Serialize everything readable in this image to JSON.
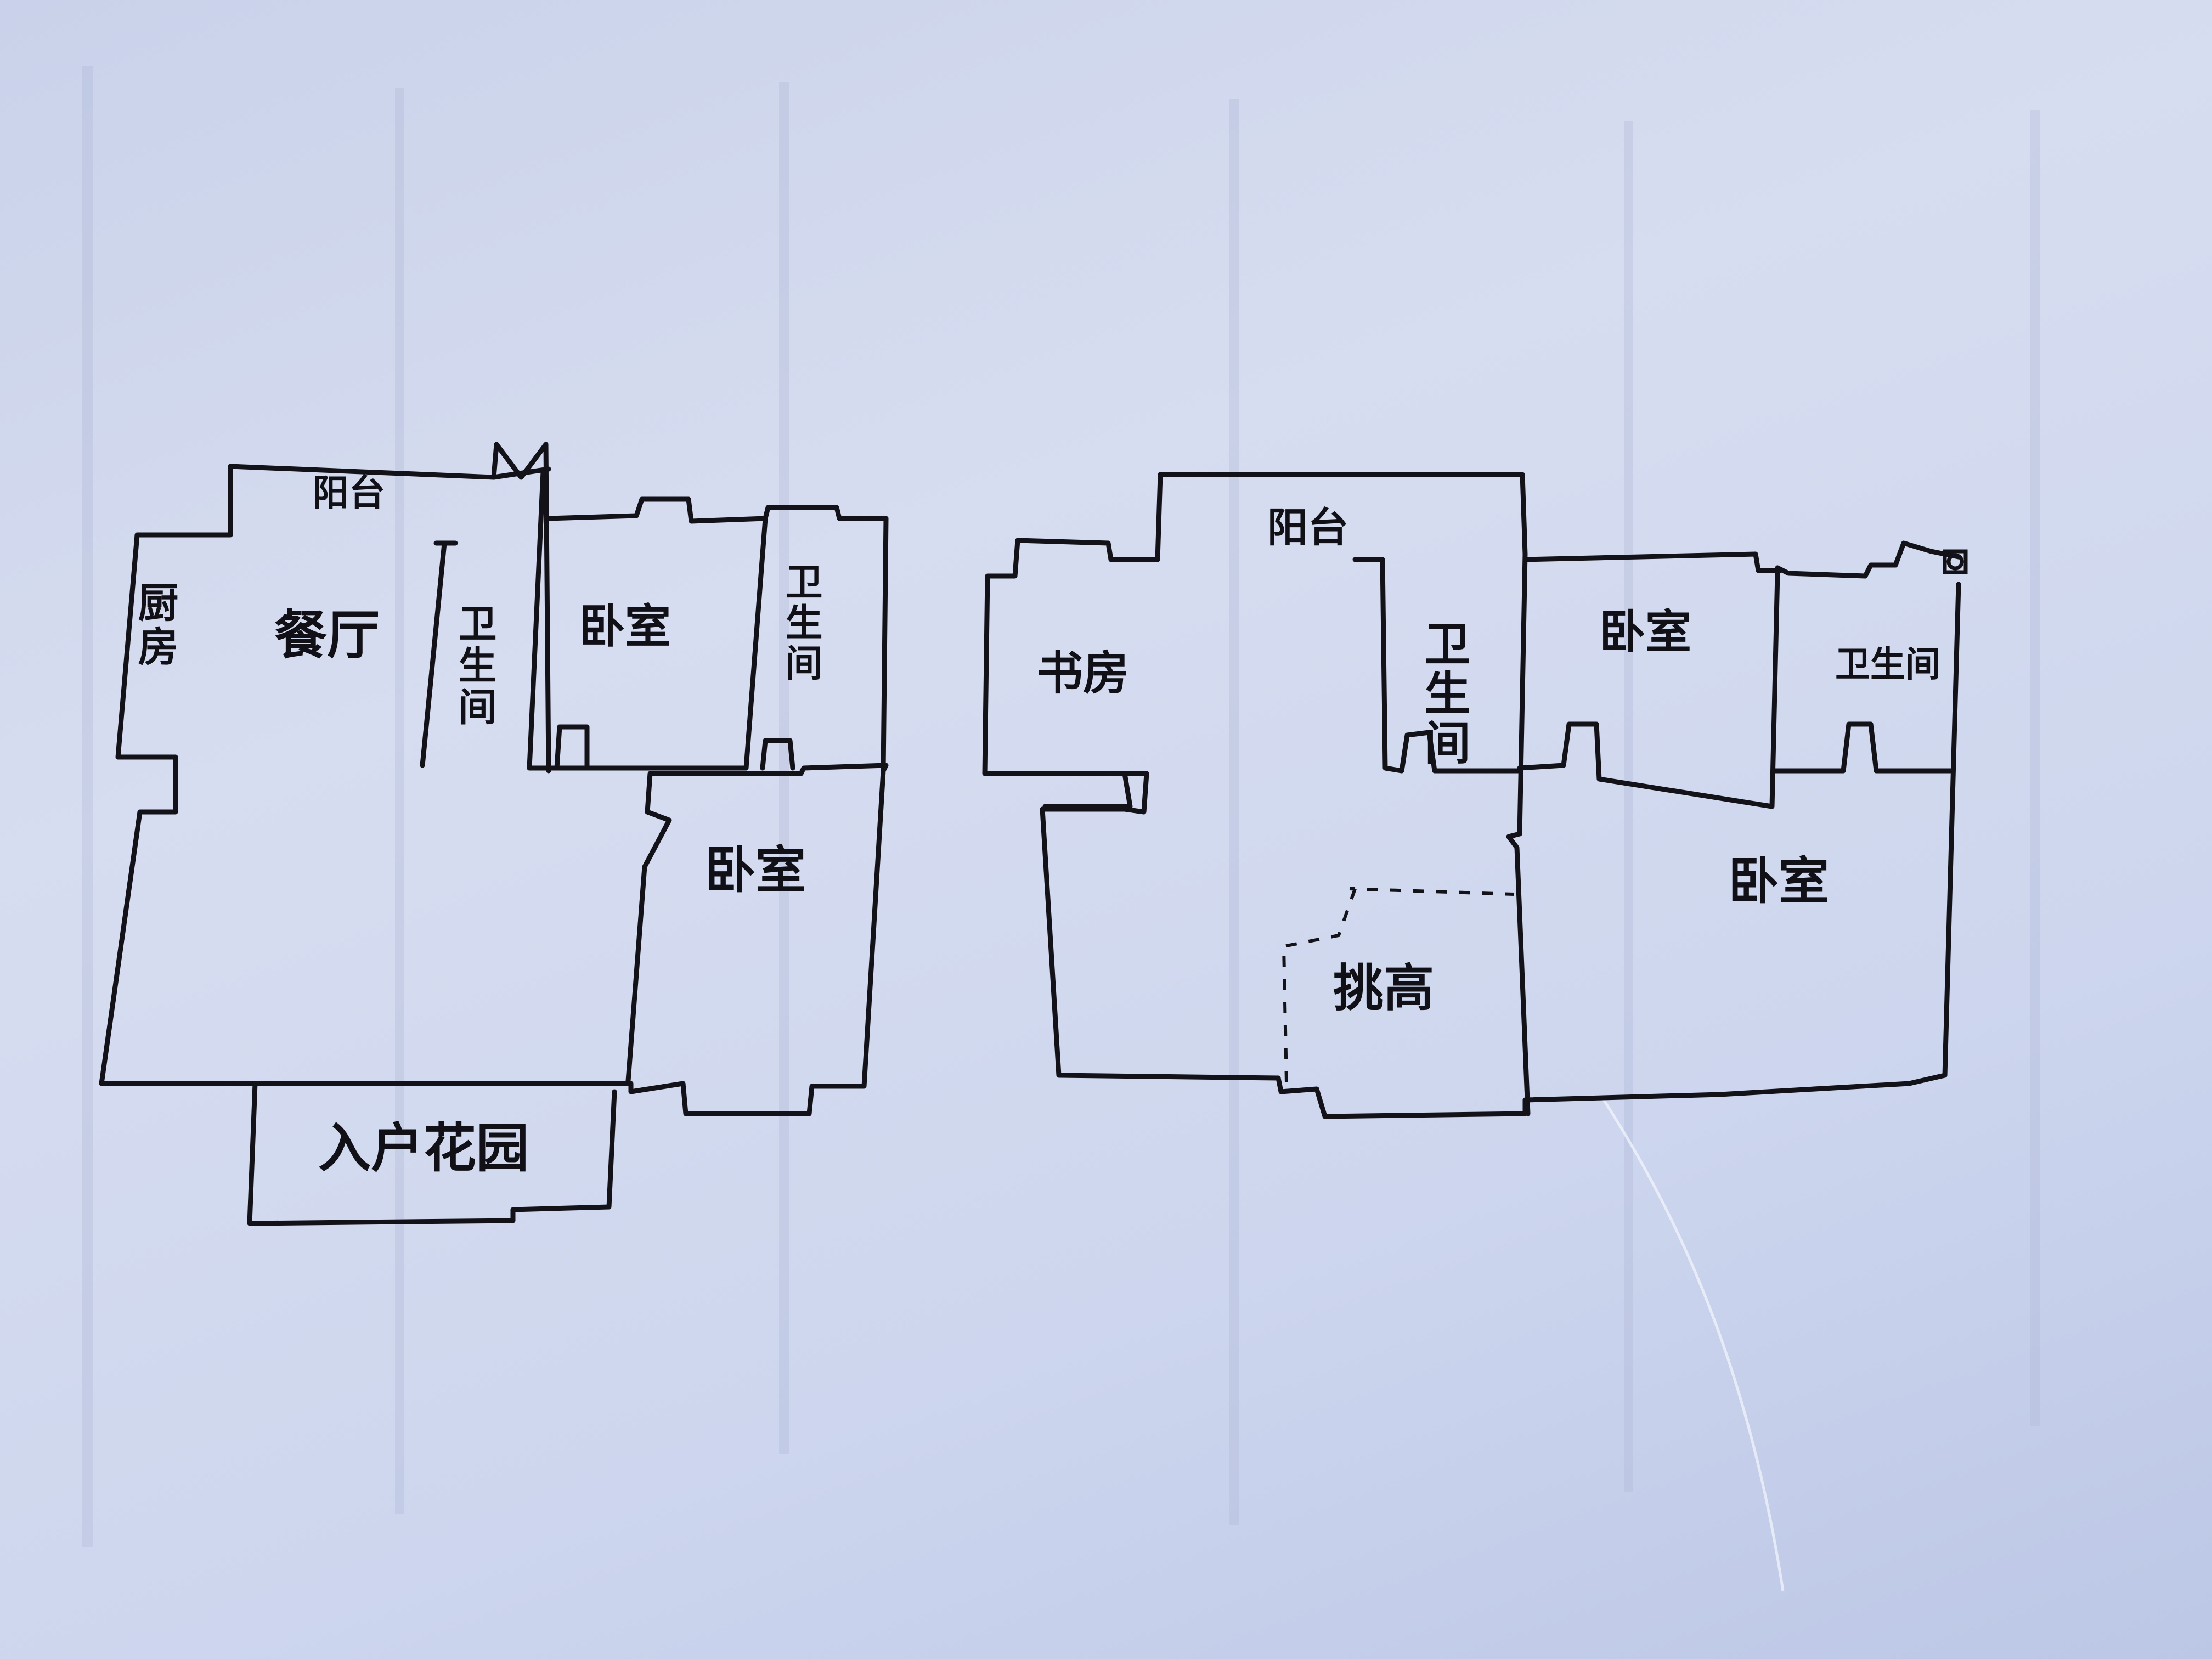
{
  "floor_1": {
    "balcony": "阳台",
    "kitchen": "厨房",
    "dining": "餐厅",
    "bath_left": "卫生间",
    "bedroom_top": "卧室",
    "bath_right": "卫生间",
    "bedroom_main": "卧室",
    "garden": "入户花园"
  },
  "floor_2": {
    "balcony": "阳台",
    "study": "书房",
    "bath_mid": "卫生间",
    "bedroom_top": "卧室",
    "bath_right": "卫生间",
    "bedroom_main": "卧室",
    "high_ceiling": "挑高"
  }
}
